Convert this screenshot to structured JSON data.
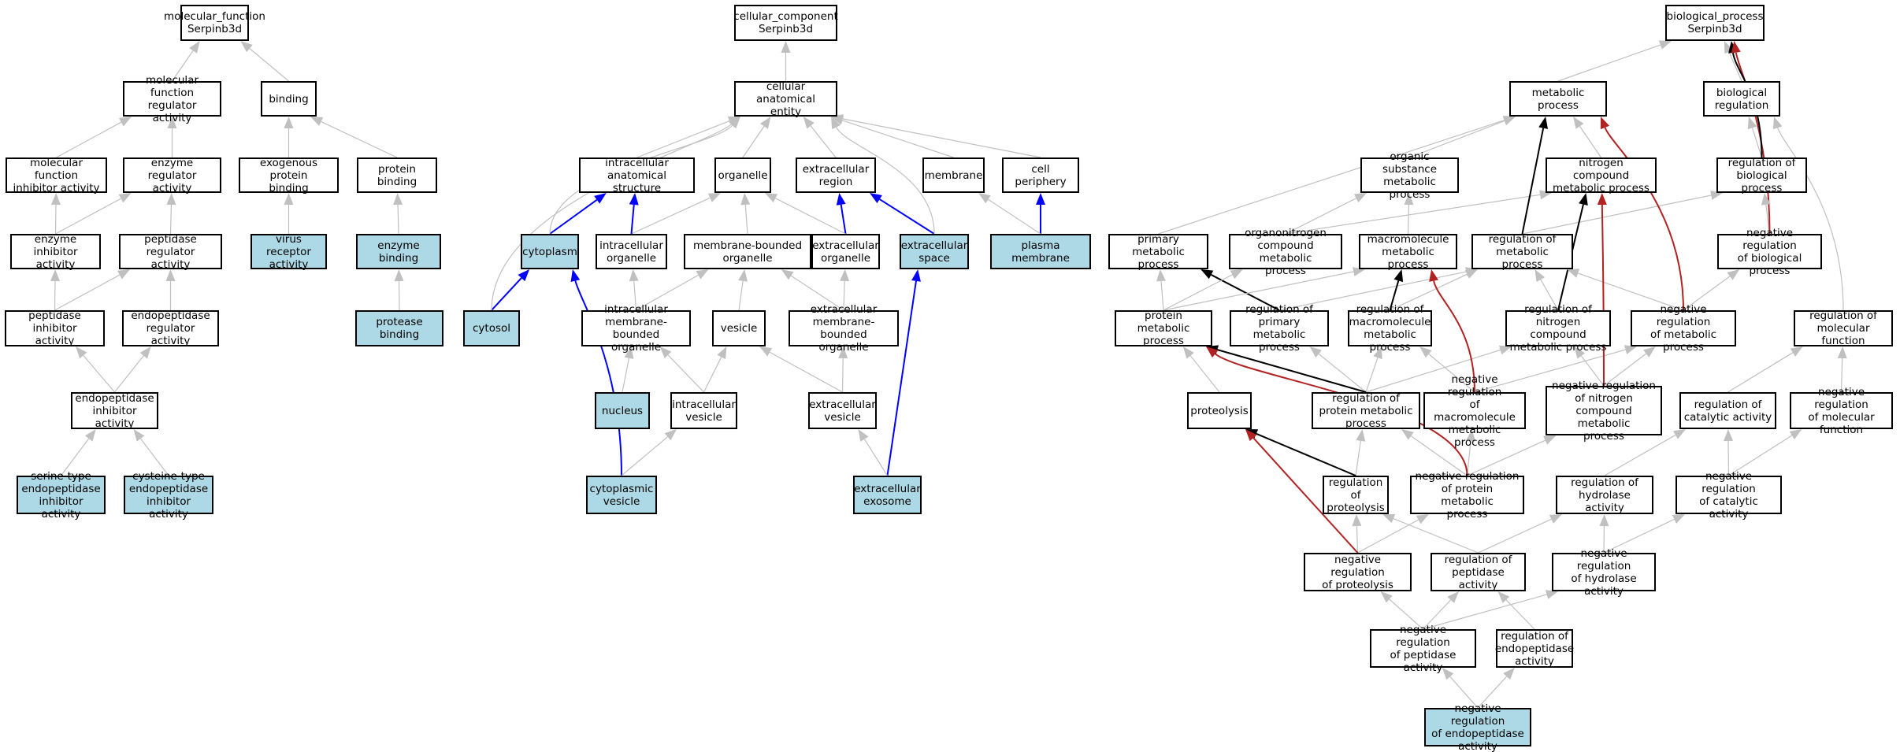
{
  "colors": {
    "highlight": "#add8e6",
    "gray": "#c0c0c0",
    "blue": "#0000ff",
    "red": "#b22222",
    "black": "#000000"
  },
  "nodes": [
    {
      "id": "mf_root",
      "label": "molecular_function\nSerpinb3d"
    },
    {
      "id": "mf_reg",
      "label": "molecular function\nregulator activity"
    },
    {
      "id": "binding",
      "label": "binding"
    },
    {
      "id": "mf_inh",
      "label": "molecular function\ninhibitor activity"
    },
    {
      "id": "enz_reg",
      "label": "enzyme regulator\nactivity"
    },
    {
      "id": "exo_bind",
      "label": "exogenous protein\nbinding"
    },
    {
      "id": "prot_bind",
      "label": "protein binding"
    },
    {
      "id": "enz_inh",
      "label": "enzyme inhibitor\nactivity"
    },
    {
      "id": "pep_reg",
      "label": "peptidase regulator\nactivity"
    },
    {
      "id": "virus_rec",
      "label": "virus receptor\nactivity",
      "hl": true
    },
    {
      "id": "enz_bind",
      "label": "enzyme binding",
      "hl": true
    },
    {
      "id": "pep_inh",
      "label": "peptidase inhibitor\nactivity"
    },
    {
      "id": "endo_reg",
      "label": "endopeptidase\nregulator activity"
    },
    {
      "id": "prot_bind2",
      "label": "protease binding",
      "hl": true
    },
    {
      "id": "endo_inh",
      "label": "endopeptidase\ninhibitor activity"
    },
    {
      "id": "serine",
      "label": "serine-type\nendopeptidase\ninhibitor activity",
      "hl": true
    },
    {
      "id": "cysteine",
      "label": "cysteine-type\nendopeptidase\ninhibitor activity",
      "hl": true
    },
    {
      "id": "cc_root",
      "label": "cellular_component\nSerpinb3d"
    },
    {
      "id": "cae",
      "label": "cellular anatomical\nentity"
    },
    {
      "id": "ias",
      "label": "intracellular\nanatomical structure"
    },
    {
      "id": "organelle",
      "label": "organelle"
    },
    {
      "id": "ext_reg",
      "label": "extracellular\nregion"
    },
    {
      "id": "membrane",
      "label": "membrane"
    },
    {
      "id": "cell_per",
      "label": "cell periphery"
    },
    {
      "id": "cytoplasm",
      "label": "cytoplasm",
      "hl": true
    },
    {
      "id": "ic_org",
      "label": "intracellular\norganelle"
    },
    {
      "id": "mb_org",
      "label": "membrane-bounded\norganelle"
    },
    {
      "id": "ext_org",
      "label": "extracellular\norganelle"
    },
    {
      "id": "ext_space",
      "label": "extracellular\nspace",
      "hl": true
    },
    {
      "id": "pm",
      "label": "plasma membrane",
      "hl": true
    },
    {
      "id": "cytosol",
      "label": "cytosol",
      "hl": true
    },
    {
      "id": "ic_mb_org",
      "label": "intracellular\nmembrane-bounded\norganelle"
    },
    {
      "id": "vesicle",
      "label": "vesicle"
    },
    {
      "id": "ext_mb_org",
      "label": "extracellular\nmembrane-bounded\norganelle"
    },
    {
      "id": "nucleus",
      "label": "nucleus",
      "hl": true
    },
    {
      "id": "ic_ves",
      "label": "intracellular\nvesicle"
    },
    {
      "id": "ext_ves",
      "label": "extracellular\nvesicle"
    },
    {
      "id": "cyto_ves",
      "label": "cytoplasmic\nvesicle",
      "hl": true
    },
    {
      "id": "exosome",
      "label": "extracellular\nexosome",
      "hl": true
    },
    {
      "id": "bp_root",
      "label": "biological_process\nSerpinb3d"
    },
    {
      "id": "met",
      "label": "metabolic process"
    },
    {
      "id": "bio_reg",
      "label": "biological regulation"
    },
    {
      "id": "org_sub",
      "label": "organic substance\nmetabolic process"
    },
    {
      "id": "nitro",
      "label": "nitrogen compound\nmetabolic process"
    },
    {
      "id": "reg_bio",
      "label": "regulation of\nbiological process"
    },
    {
      "id": "prim_met",
      "label": "primary metabolic\nprocess"
    },
    {
      "id": "organonitro",
      "label": "organonitrogen\ncompound metabolic\nprocess"
    },
    {
      "id": "macro",
      "label": "macromolecule\nmetabolic process"
    },
    {
      "id": "reg_met",
      "label": "regulation of\nmetabolic process"
    },
    {
      "id": "neg_bio",
      "label": "negative regulation\nof biological\nprocess"
    },
    {
      "id": "prot_met",
      "label": "protein metabolic\nprocess"
    },
    {
      "id": "reg_prim",
      "label": "regulation of\nprimary metabolic\nprocess"
    },
    {
      "id": "reg_macro",
      "label": "regulation of\nmacromolecule\nmetabolic process"
    },
    {
      "id": "reg_nitro",
      "label": "regulation of\nnitrogen compound\nmetabolic process"
    },
    {
      "id": "neg_met",
      "label": "negative regulation\nof metabolic\nprocess"
    },
    {
      "id": "reg_mf",
      "label": "regulation of\nmolecular function"
    },
    {
      "id": "proteolysis",
      "label": "proteolysis"
    },
    {
      "id": "reg_prot_met",
      "label": "regulation of\nprotein metabolic\nprocess"
    },
    {
      "id": "neg_macro",
      "label": "negative regulation\nof macromolecule\nmetabolic process"
    },
    {
      "id": "neg_nitro",
      "label": "negative regulation\nof nitrogen\ncompound metabolic\nprocess"
    },
    {
      "id": "reg_cat",
      "label": "regulation of\ncatalytic activity"
    },
    {
      "id": "neg_mf",
      "label": "negative regulation\nof molecular\nfunction"
    },
    {
      "id": "reg_proteolysis",
      "label": "regulation of\nproteolysis"
    },
    {
      "id": "neg_prot_met",
      "label": "negative regulation\nof protein metabolic\nprocess"
    },
    {
      "id": "reg_hyd",
      "label": "regulation of\nhydrolase activity"
    },
    {
      "id": "neg_cat",
      "label": "negative regulation\nof catalytic\nactivity"
    },
    {
      "id": "neg_proteolysis",
      "label": "negative regulation\nof proteolysis"
    },
    {
      "id": "reg_pep",
      "label": "regulation of\npeptidase activity"
    },
    {
      "id": "neg_hyd",
      "label": "negative regulation\nof hydrolase\nactivity"
    },
    {
      "id": "neg_pep",
      "label": "negative regulation\nof peptidase\nactivity"
    },
    {
      "id": "reg_endo",
      "label": "regulation of\nendopeptidase\nactivity"
    },
    {
      "id": "neg_endo",
      "label": "negative regulation\nof endopeptidase\nactivity",
      "hl": true
    }
  ],
  "edges": [
    {
      "from": "mf_reg",
      "to": "mf_root"
    },
    {
      "from": "binding",
      "to": "mf_root"
    },
    {
      "from": "mf_inh",
      "to": "mf_reg"
    },
    {
      "from": "enz_reg",
      "to": "mf_reg"
    },
    {
      "from": "exo_bind",
      "to": "binding"
    },
    {
      "from": "prot_bind",
      "to": "binding"
    },
    {
      "from": "enz_inh",
      "to": "mf_inh"
    },
    {
      "from": "enz_inh",
      "to": "enz_reg"
    },
    {
      "from": "pep_reg",
      "to": "enz_reg"
    },
    {
      "from": "virus_rec",
      "to": "exo_bind"
    },
    {
      "from": "enz_bind",
      "to": "prot_bind"
    },
    {
      "from": "pep_inh",
      "to": "enz_inh"
    },
    {
      "from": "pep_inh",
      "to": "pep_reg"
    },
    {
      "from": "endo_reg",
      "to": "pep_reg"
    },
    {
      "from": "prot_bind2",
      "to": "enz_bind"
    },
    {
      "from": "endo_inh",
      "to": "pep_inh"
    },
    {
      "from": "endo_inh",
      "to": "endo_reg"
    },
    {
      "from": "serine",
      "to": "endo_inh"
    },
    {
      "from": "cysteine",
      "to": "endo_inh"
    },
    {
      "from": "cae",
      "to": "cc_root"
    },
    {
      "from": "ias",
      "to": "cae"
    },
    {
      "from": "organelle",
      "to": "cae"
    },
    {
      "from": "ext_reg",
      "to": "cae"
    },
    {
      "from": "membrane",
      "to": "cae"
    },
    {
      "from": "cell_per",
      "to": "cae"
    },
    {
      "from": "cytoplasm",
      "to": "cae",
      "curve": true
    },
    {
      "from": "ext_space",
      "to": "cae",
      "curve": true
    },
    {
      "from": "cytosol",
      "to": "cae",
      "curve": true
    },
    {
      "from": "cytoplasm",
      "to": "ias",
      "color": "blue"
    },
    {
      "from": "ic_org",
      "to": "ias",
      "color": "blue"
    },
    {
      "from": "ic_org",
      "to": "organelle"
    },
    {
      "from": "mb_org",
      "to": "organelle"
    },
    {
      "from": "ext_org",
      "to": "organelle"
    },
    {
      "from": "ext_org",
      "to": "ext_reg",
      "color": "blue"
    },
    {
      "from": "ext_space",
      "to": "ext_reg",
      "color": "blue"
    },
    {
      "from": "pm",
      "to": "membrane"
    },
    {
      "from": "pm",
      "to": "cell_per",
      "color": "blue"
    },
    {
      "from": "cytosol",
      "to": "cytoplasm",
      "color": "blue"
    },
    {
      "from": "ic_mb_org",
      "to": "ic_org"
    },
    {
      "from": "ic_mb_org",
      "to": "mb_org"
    },
    {
      "from": "vesicle",
      "to": "mb_org"
    },
    {
      "from": "ext_mb_org",
      "to": "mb_org"
    },
    {
      "from": "ext_mb_org",
      "to": "ext_org"
    },
    {
      "from": "nucleus",
      "to": "ic_mb_org"
    },
    {
      "from": "ic_ves",
      "to": "ic_mb_org"
    },
    {
      "from": "ic_ves",
      "to": "vesicle"
    },
    {
      "from": "ext_ves",
      "to": "vesicle"
    },
    {
      "from": "ext_ves",
      "to": "ext_mb_org"
    },
    {
      "from": "cyto_ves",
      "to": "ic_ves"
    },
    {
      "from": "cyto_ves",
      "to": "cytoplasm",
      "color": "blue",
      "curve": true
    },
    {
      "from": "exosome",
      "to": "ext_ves"
    },
    {
      "from": "exosome",
      "to": "ext_space",
      "color": "blue"
    },
    {
      "from": "met",
      "to": "bp_root"
    },
    {
      "from": "bio_reg",
      "to": "bp_root"
    },
    {
      "from": "reg_bio",
      "to": "bp_root",
      "color": "black",
      "curve": true
    },
    {
      "from": "neg_bio",
      "to": "bp_root",
      "color": "red",
      "curve": true
    },
    {
      "from": "org_sub",
      "to": "met"
    },
    {
      "from": "nitro",
      "to": "met"
    },
    {
      "from": "prim_met",
      "to": "met"
    },
    {
      "from": "reg_met",
      "to": "met",
      "color": "black"
    },
    {
      "from": "neg_met",
      "to": "met",
      "color": "red",
      "curve": true
    },
    {
      "from": "reg_bio",
      "to": "bio_reg"
    },
    {
      "from": "reg_mf",
      "to": "bio_reg",
      "curve": true
    },
    {
      "from": "macro",
      "to": "org_sub"
    },
    {
      "from": "organonitro",
      "to": "org_sub"
    },
    {
      "from": "organonitro",
      "to": "nitro"
    },
    {
      "from": "reg_nitro",
      "to": "nitro",
      "color": "black"
    },
    {
      "from": "neg_nitro",
      "to": "nitro",
      "color": "red",
      "curve": true
    },
    {
      "from": "reg_met",
      "to": "reg_bio"
    },
    {
      "from": "neg_bio",
      "to": "reg_bio"
    },
    {
      "from": "prot_met",
      "to": "prim_met"
    },
    {
      "from": "prot_met",
      "to": "organonitro"
    },
    {
      "from": "prot_met",
      "to": "macro"
    },
    {
      "from": "reg_prim",
      "to": "prim_met",
      "color": "black"
    },
    {
      "from": "reg_macro",
      "to": "macro",
      "color": "black"
    },
    {
      "from": "neg_macro",
      "to": "macro",
      "color": "red",
      "curve": true
    },
    {
      "from": "reg_prim",
      "to": "reg_met"
    },
    {
      "from": "reg_macro",
      "to": "reg_met"
    },
    {
      "from": "reg_nitro",
      "to": "reg_met"
    },
    {
      "from": "neg_met",
      "to": "reg_met"
    },
    {
      "from": "neg_met",
      "to": "neg_bio"
    },
    {
      "from": "proteolysis",
      "to": "prot_met"
    },
    {
      "from": "reg_prot_met",
      "to": "prot_met",
      "color": "black"
    },
    {
      "from": "neg_prot_met",
      "to": "prot_met",
      "color": "red",
      "curve": true
    },
    {
      "from": "reg_prot_met",
      "to": "reg_prim"
    },
    {
      "from": "reg_prot_met",
      "to": "reg_macro"
    },
    {
      "from": "reg_prot_met",
      "to": "reg_nitro"
    },
    {
      "from": "neg_macro",
      "to": "reg_macro"
    },
    {
      "from": "neg_macro",
      "to": "neg_met"
    },
    {
      "from": "neg_nitro",
      "to": "reg_nitro"
    },
    {
      "from": "neg_nitro",
      "to": "neg_met"
    },
    {
      "from": "reg_cat",
      "to": "reg_mf"
    },
    {
      "from": "neg_mf",
      "to": "reg_mf"
    },
    {
      "from": "reg_proteolysis",
      "to": "proteolysis",
      "color": "black"
    },
    {
      "from": "neg_proteolysis",
      "to": "proteolysis",
      "color": "red"
    },
    {
      "from": "reg_proteolysis",
      "to": "reg_prot_met"
    },
    {
      "from": "neg_prot_met",
      "to": "reg_prot_met"
    },
    {
      "from": "neg_prot_met",
      "to": "neg_macro"
    },
    {
      "from": "neg_prot_met",
      "to": "neg_nitro"
    },
    {
      "from": "reg_hyd",
      "to": "reg_cat"
    },
    {
      "from": "neg_cat",
      "to": "reg_cat"
    },
    {
      "from": "neg_cat",
      "to": "neg_mf"
    },
    {
      "from": "neg_proteolysis",
      "to": "reg_proteolysis"
    },
    {
      "from": "neg_proteolysis",
      "to": "neg_prot_met"
    },
    {
      "from": "reg_pep",
      "to": "reg_proteolysis"
    },
    {
      "from": "reg_pep",
      "to": "reg_hyd"
    },
    {
      "from": "neg_hyd",
      "to": "reg_hyd"
    },
    {
      "from": "neg_hyd",
      "to": "neg_cat"
    },
    {
      "from": "neg_pep",
      "to": "neg_proteolysis"
    },
    {
      "from": "neg_pep",
      "to": "reg_pep"
    },
    {
      "from": "neg_pep",
      "to": "neg_hyd"
    },
    {
      "from": "reg_endo",
      "to": "reg_pep"
    },
    {
      "from": "neg_endo",
      "to": "neg_pep"
    },
    {
      "from": "neg_endo",
      "to": "reg_endo"
    }
  ]
}
